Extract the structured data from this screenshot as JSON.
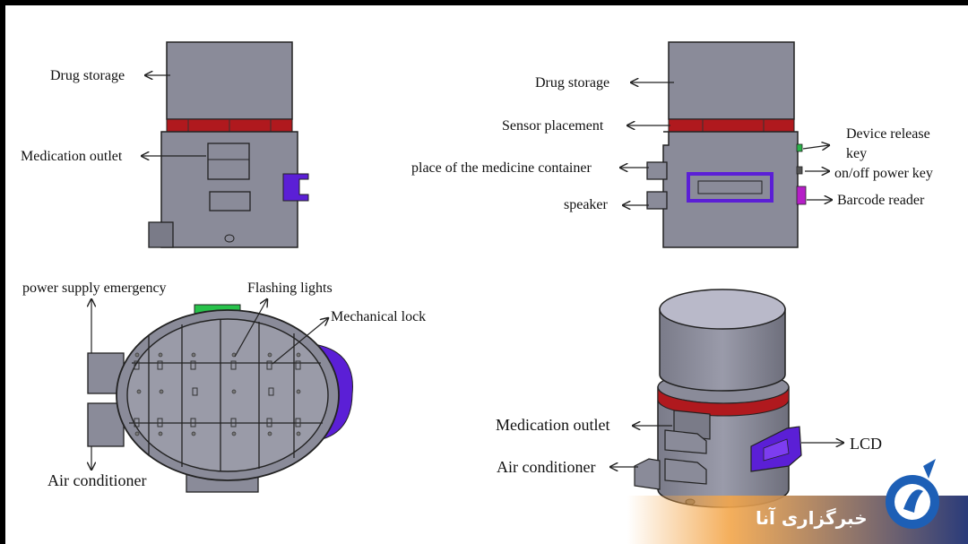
{
  "diagram": {
    "labels": {
      "front_drug_storage": "Drug storage",
      "front_medication_outlet": "Medication outlet",
      "side_drug_storage": "Drug storage",
      "side_sensor_placement": "Sensor placement",
      "side_medicine_container": "place of the medicine container",
      "side_speaker": "speaker",
      "side_device_release_key_1": "Device release",
      "side_device_release_key_2": "key",
      "side_onoff_power_key": "on/off power key",
      "side_barcode_reader": "Barcode reader",
      "top_power_supply_emergency": "power supply emergency",
      "top_flashing_lights": "Flashing lights",
      "top_mechanical_lock": "Mechanical lock",
      "top_air_conditioner": "Air conditioner",
      "iso_medication_outlet": "Medication outlet",
      "iso_air_conditioner": "Air conditioner",
      "iso_lcd": "LCD"
    },
    "colors": {
      "body_gray": "#8a8b99",
      "sensor_band_red": "#b0191e",
      "lcd_purple": "#5b1fd6",
      "flash_green": "#27c24a",
      "release_key_green": "#2bb34a",
      "barcode_magenta": "#b51ec7"
    }
  },
  "watermark": {
    "text": "خبرگزاری آنا",
    "logo_icon": "ana-news-agency-logo-icon",
    "colors": {
      "logo_blue": "#1d5fb6",
      "band_orange": "#f3a64a"
    }
  }
}
